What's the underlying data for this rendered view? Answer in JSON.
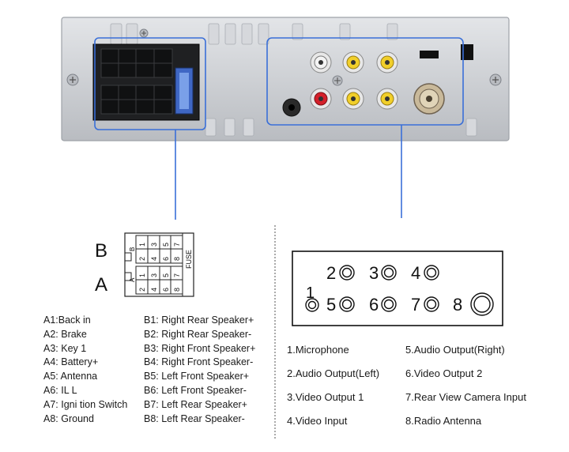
{
  "connector": {
    "label_b": "B",
    "label_a": "A",
    "fuse_label": "FUSE",
    "pins_top": [
      "1",
      "3",
      "5",
      "7"
    ],
    "pins_bottom": [
      "2",
      "4",
      "6",
      "8"
    ],
    "row_b_tab": "B",
    "row_a_tab": "A"
  },
  "rca_panel": {
    "numbers": [
      "1",
      "2",
      "3",
      "4",
      "5",
      "6",
      "7",
      "8"
    ]
  },
  "pin_legend_a": [
    "A1:Back    in",
    "A2: Brake",
    "A3: Key 1",
    "A4: Battery+",
    "A5: Antenna",
    "A6: IL L",
    "A7:  Igni tion Switch",
    "A8: Ground"
  ],
  "pin_legend_b": [
    "B1: Right Rear Speaker+",
    "B2: Right Rear Speaker-",
    "B3: Right Front Speaker+",
    "B4: Right Front Speaker-",
    "B5: Left Front Speaker+",
    "B6: Left Front Speaker-",
    "B7: Left Rear Speaker+",
    "B8: Left Rear Speaker-"
  ],
  "port_legend_left": [
    "1.Microphone",
    "2.Audio Output(Left)",
    "3.Video Output 1",
    "4.Video Input"
  ],
  "port_legend_right": [
    "5.Audio Output(Right)",
    "6.Video Output 2",
    "7.Rear View Camera Input",
    "8.Radio Antenna"
  ],
  "colors": {
    "callout_blue": "#3a6fd8",
    "panel_grey": "#c9ccd0",
    "rca_red": "#d4202a",
    "rca_yellow": "#f1cf2a",
    "rca_white": "#f4f4f4"
  }
}
